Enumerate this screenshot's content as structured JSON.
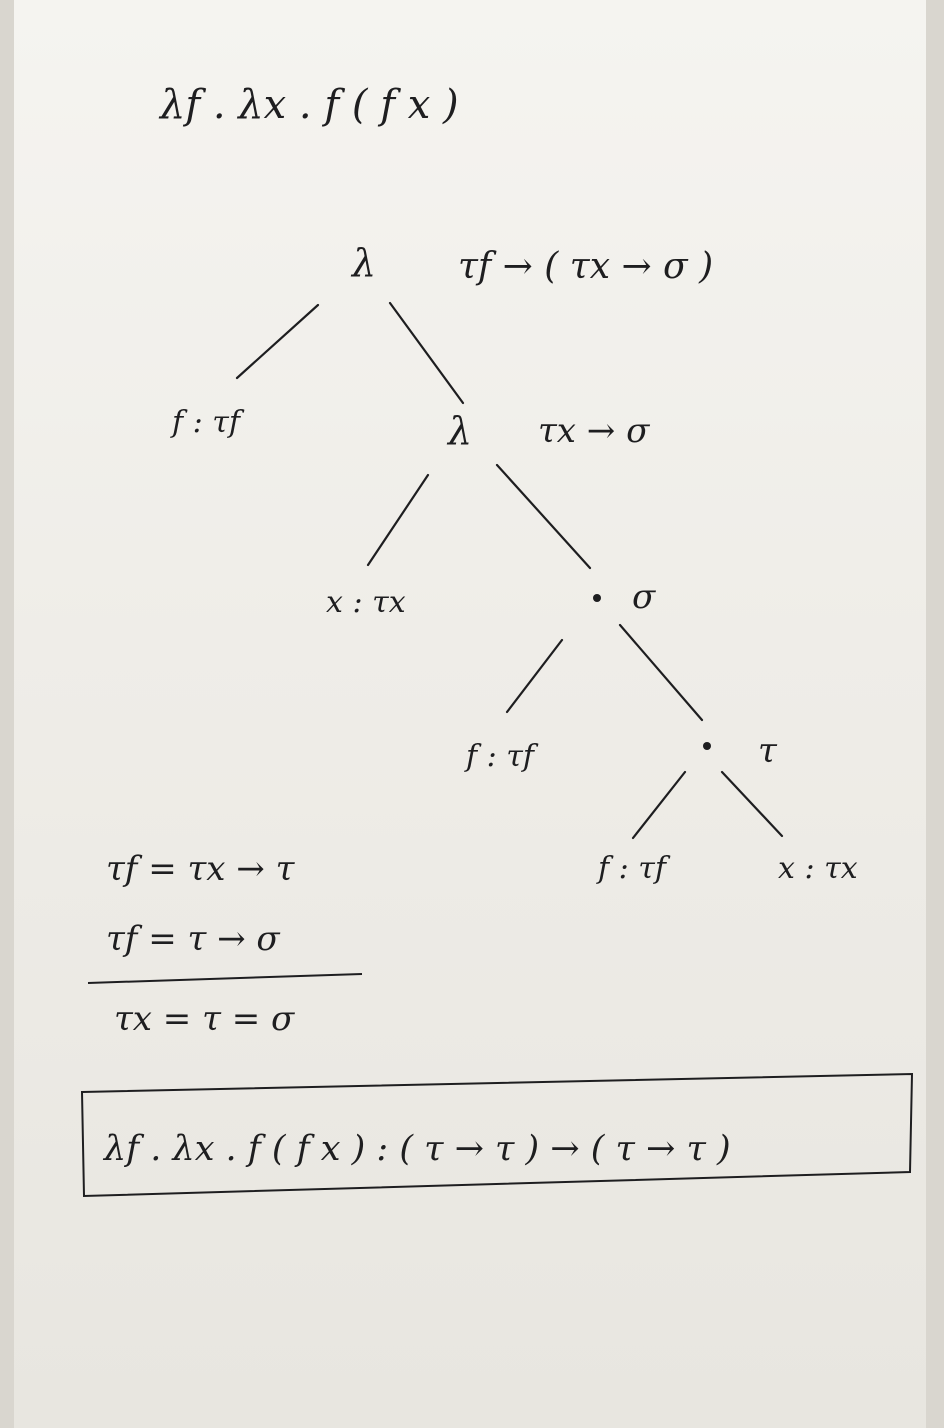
{
  "title": "λf . λx .  f ( f x )",
  "tree": {
    "nodes": [
      {
        "id": "root",
        "symbol": "λ",
        "type": "τf  → ( τx → σ )"
      },
      {
        "id": "f1",
        "leaf": "f : τf"
      },
      {
        "id": "lam2",
        "symbol": "λ",
        "type": "τx → σ"
      },
      {
        "id": "x1",
        "leaf": "x : τx"
      },
      {
        "id": "app1",
        "symbol": "·",
        "type": "σ"
      },
      {
        "id": "f2",
        "leaf": "f : τf"
      },
      {
        "id": "app2",
        "symbol": "·",
        "type": "τ"
      },
      {
        "id": "f3",
        "leaf": "f : τf"
      },
      {
        "id": "x2",
        "leaf": "x : τx"
      }
    ],
    "edges": [
      [
        "root",
        "f1"
      ],
      [
        "root",
        "lam2"
      ],
      [
        "lam2",
        "x1"
      ],
      [
        "lam2",
        "app1"
      ],
      [
        "app1",
        "f2"
      ],
      [
        "app1",
        "app2"
      ],
      [
        "app2",
        "f3"
      ],
      [
        "app2",
        "x2"
      ]
    ]
  },
  "equations": {
    "eq1": "τf  =  τx → τ",
    "eq2": "τf  =  τ → σ",
    "result": "τx  =  τ  =  σ"
  },
  "final_box": "λf . λx .  f ( f x ) :  ( τ → τ ) → ( τ → τ )"
}
